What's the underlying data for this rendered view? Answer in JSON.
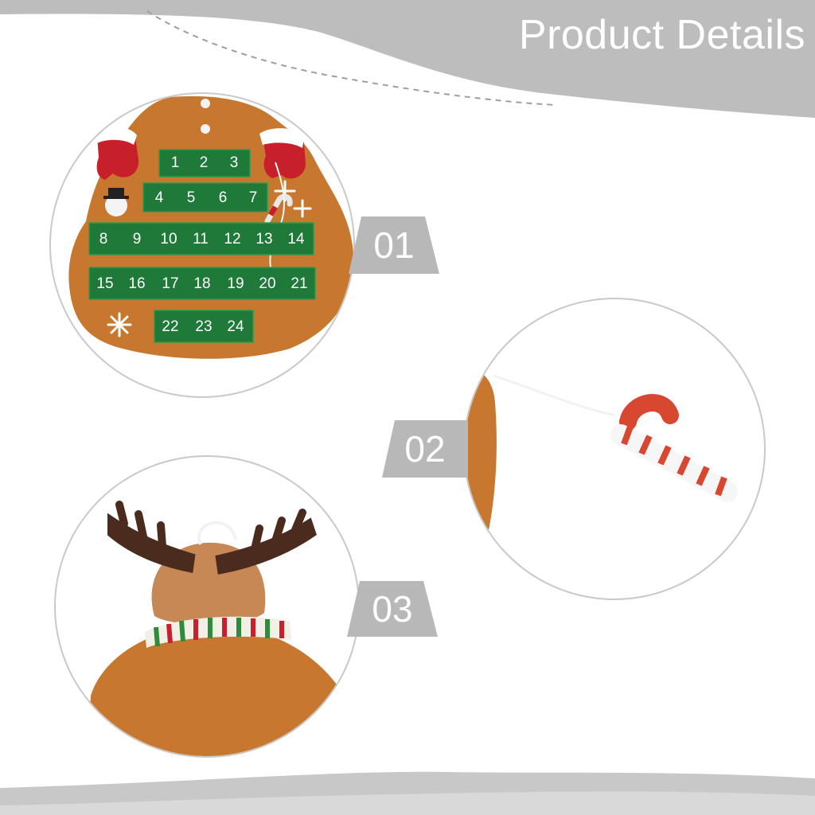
{
  "header": {
    "title": "Product Details"
  },
  "details": [
    {
      "label": "01",
      "name": "advent-calendar-overview"
    },
    {
      "label": "02",
      "name": "candy-cane-ornament"
    },
    {
      "label": "03",
      "name": "reindeer-head-back"
    }
  ],
  "calendar": {
    "days": [
      "1",
      "2",
      "3",
      "4",
      "5",
      "6",
      "7",
      "8",
      "9",
      "10",
      "11",
      "12",
      "13",
      "14",
      "15",
      "16",
      "17",
      "18",
      "19",
      "20",
      "21",
      "22",
      "23",
      "24"
    ]
  },
  "colors": {
    "banner": "#bdbdbd",
    "felt": "#c8782e",
    "pocket": "#1f7a3a",
    "badge": "#b8b8b8"
  }
}
